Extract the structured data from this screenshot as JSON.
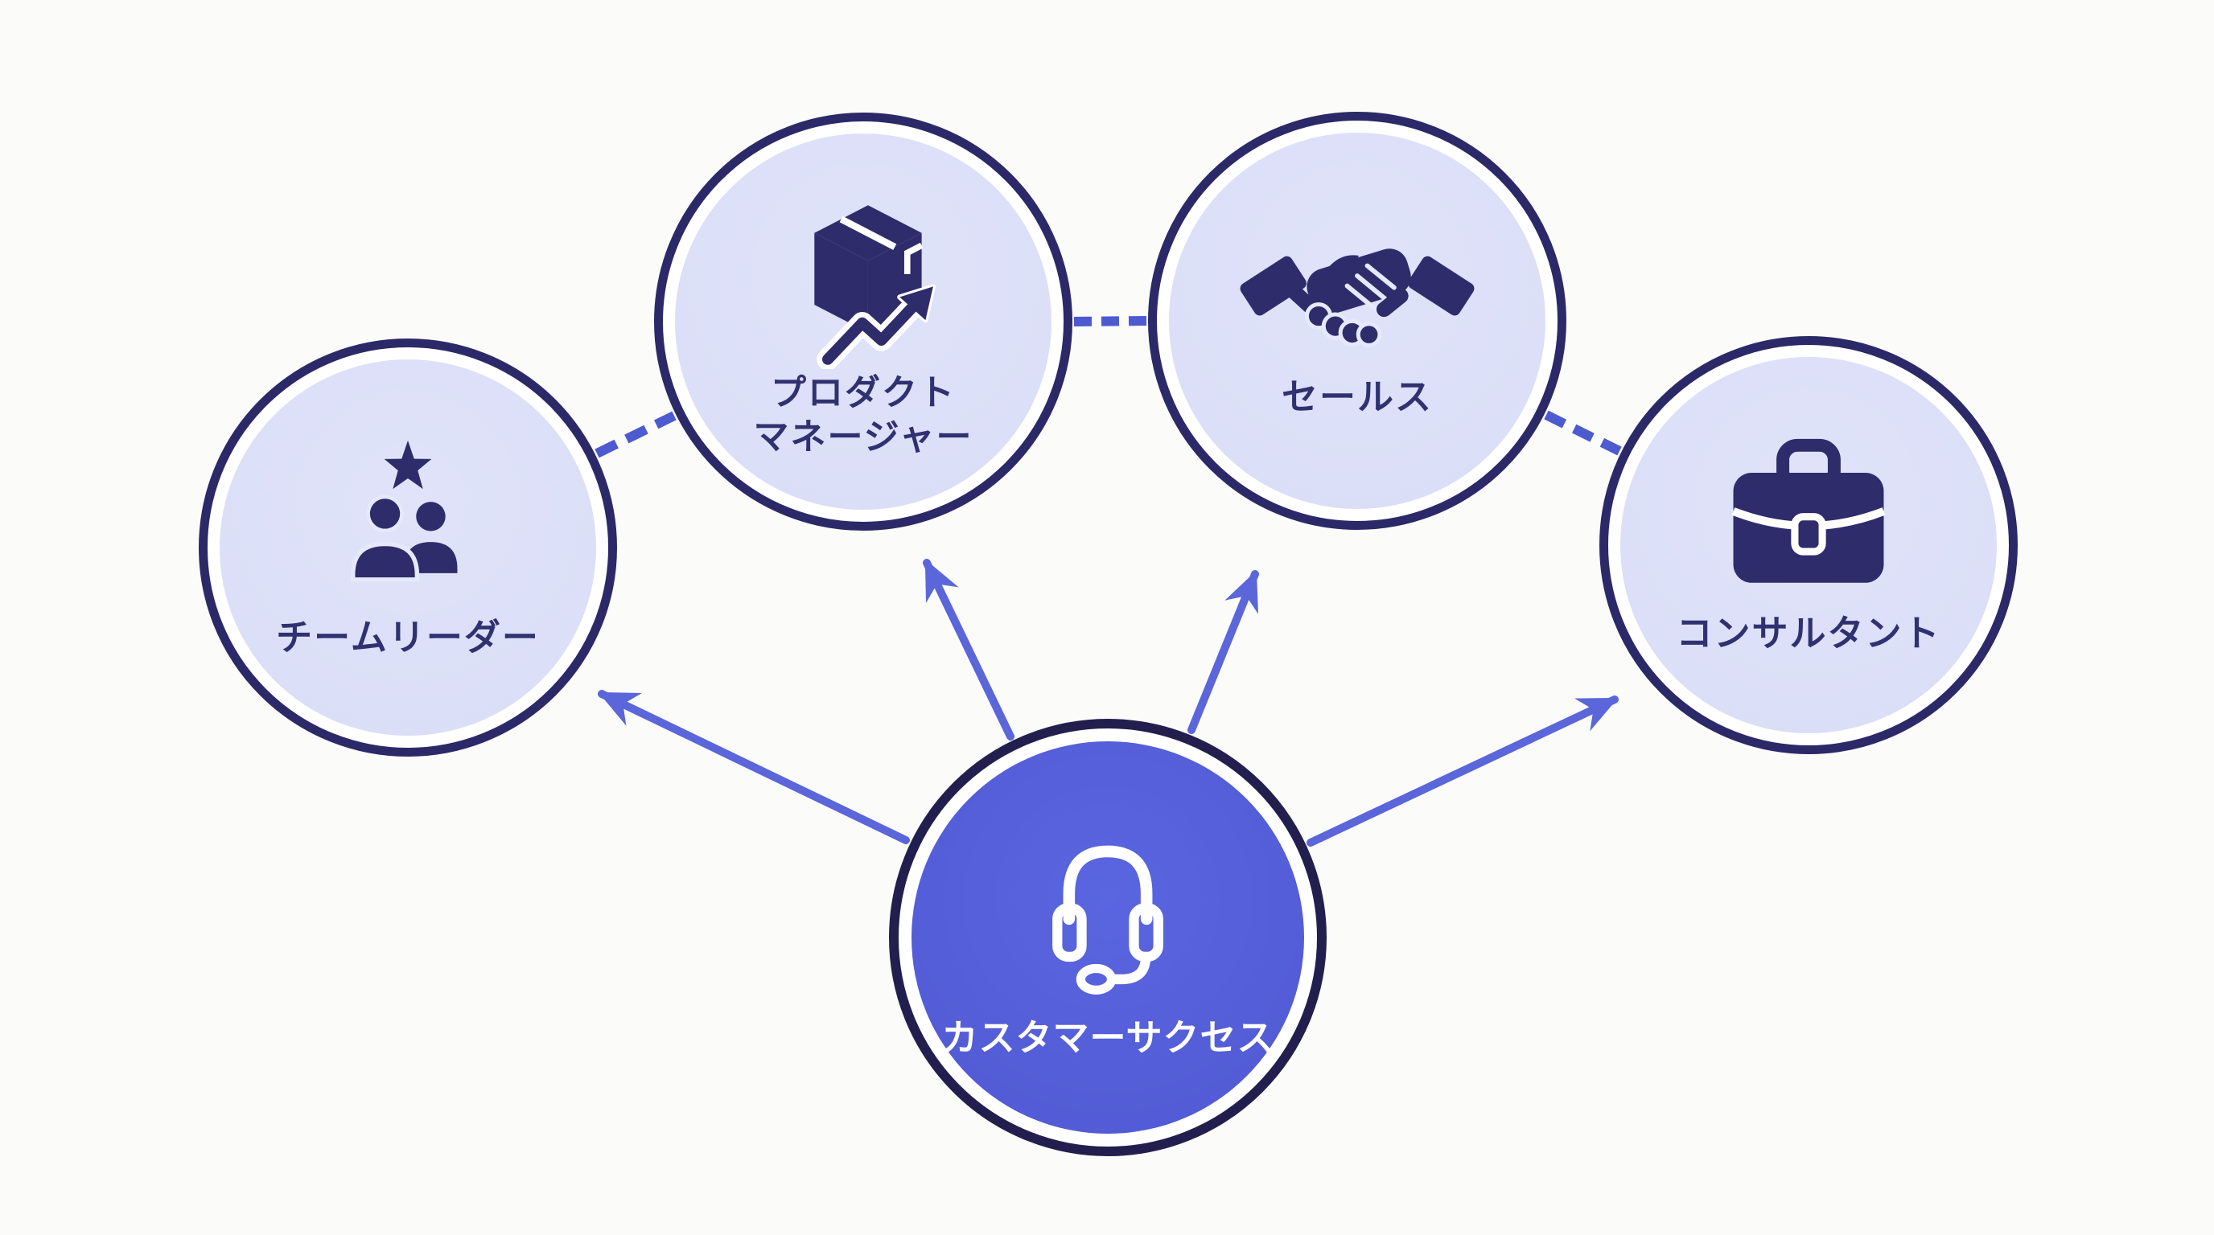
{
  "diagram": {
    "background_color": "#fbfbf9",
    "palette": {
      "satellite_fill": "#dce0f7",
      "satellite_border": "#2b2968",
      "satellite_text": "#2f3170",
      "satellite_icon": "#2e2c6b",
      "center_fill": "#5461da",
      "center_border": "#221f4e",
      "center_text": "#ffffff",
      "arrow_color": "#5a66d9",
      "dashed_line_color": "#4d5ad0"
    },
    "center_node": {
      "id": "customer-success",
      "label": "カスタマーサクセス",
      "icon": "headset-icon"
    },
    "satellites": [
      {
        "id": "team-leader",
        "label": "チームリーダー",
        "icon": "team-leader-star-icon"
      },
      {
        "id": "product-manager",
        "label": "プロダクト\nマネージャー",
        "icon": "package-trend-icon"
      },
      {
        "id": "sales",
        "label": "セールス",
        "icon": "handshake-icon"
      },
      {
        "id": "consultant",
        "label": "コンサルタント",
        "icon": "briefcase-icon"
      }
    ],
    "connections": {
      "solid_arrows_from_center_to": [
        "チームリーダー",
        "プロダクトマネージャー",
        "セールス",
        "コンサルタント"
      ],
      "dashed_links": [
        [
          "チームリーダー",
          "プロダクトマネージャー"
        ],
        [
          "プロダクトマネージャー",
          "セールス"
        ],
        [
          "セールス",
          "コンサルタント"
        ]
      ]
    }
  }
}
